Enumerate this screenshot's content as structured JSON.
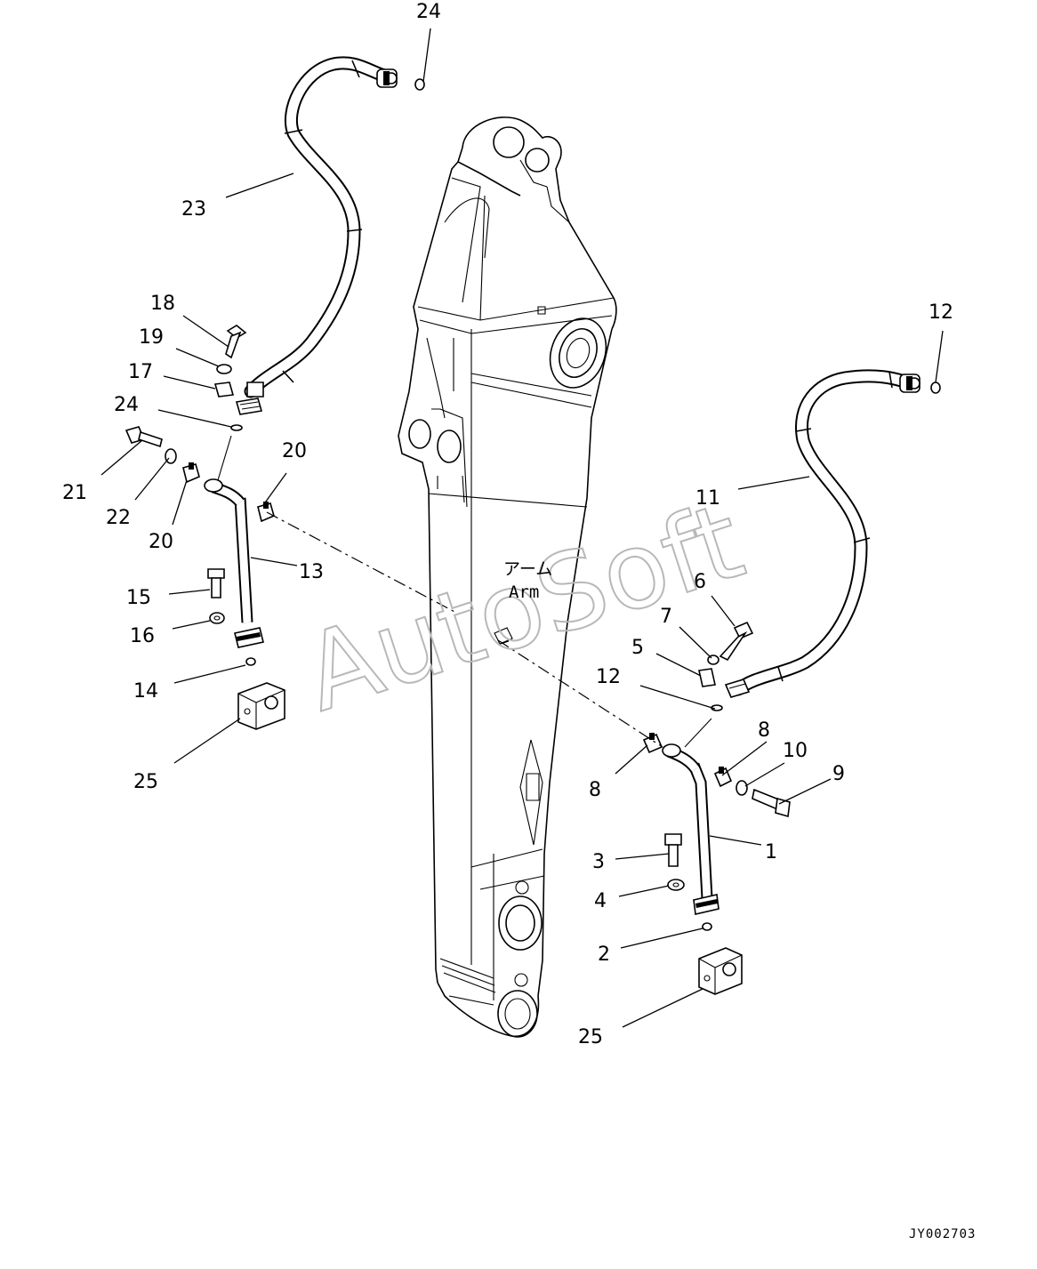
{
  "labels": {
    "arm_jp": "アーム",
    "arm_en": "Arm",
    "watermark": "AutoSoft",
    "drawing_id": "JY002703"
  },
  "callouts": [
    {
      "id": "c24a",
      "text": "24"
    },
    {
      "id": "c23",
      "text": "23"
    },
    {
      "id": "c18",
      "text": "18"
    },
    {
      "id": "c19",
      "text": "19"
    },
    {
      "id": "c17",
      "text": "17"
    },
    {
      "id": "c24b",
      "text": "24"
    },
    {
      "id": "c21",
      "text": "21"
    },
    {
      "id": "c22",
      "text": "22"
    },
    {
      "id": "c20a",
      "text": "20"
    },
    {
      "id": "c20b",
      "text": "20"
    },
    {
      "id": "c13",
      "text": "13"
    },
    {
      "id": "c15",
      "text": "15"
    },
    {
      "id": "c16",
      "text": "16"
    },
    {
      "id": "c14",
      "text": "14"
    },
    {
      "id": "c25a",
      "text": "25"
    },
    {
      "id": "c12a",
      "text": "12"
    },
    {
      "id": "c11",
      "text": "11"
    },
    {
      "id": "c6",
      "text": "6"
    },
    {
      "id": "c7",
      "text": "7"
    },
    {
      "id": "c5",
      "text": "5"
    },
    {
      "id": "c12b",
      "text": "12"
    },
    {
      "id": "c8a",
      "text": "8"
    },
    {
      "id": "c8b",
      "text": "8"
    },
    {
      "id": "c10",
      "text": "10"
    },
    {
      "id": "c9",
      "text": "9"
    },
    {
      "id": "c1",
      "text": "1"
    },
    {
      "id": "c3",
      "text": "3"
    },
    {
      "id": "c4",
      "text": "4"
    },
    {
      "id": "c2",
      "text": "2"
    },
    {
      "id": "c25b",
      "text": "25"
    }
  ]
}
